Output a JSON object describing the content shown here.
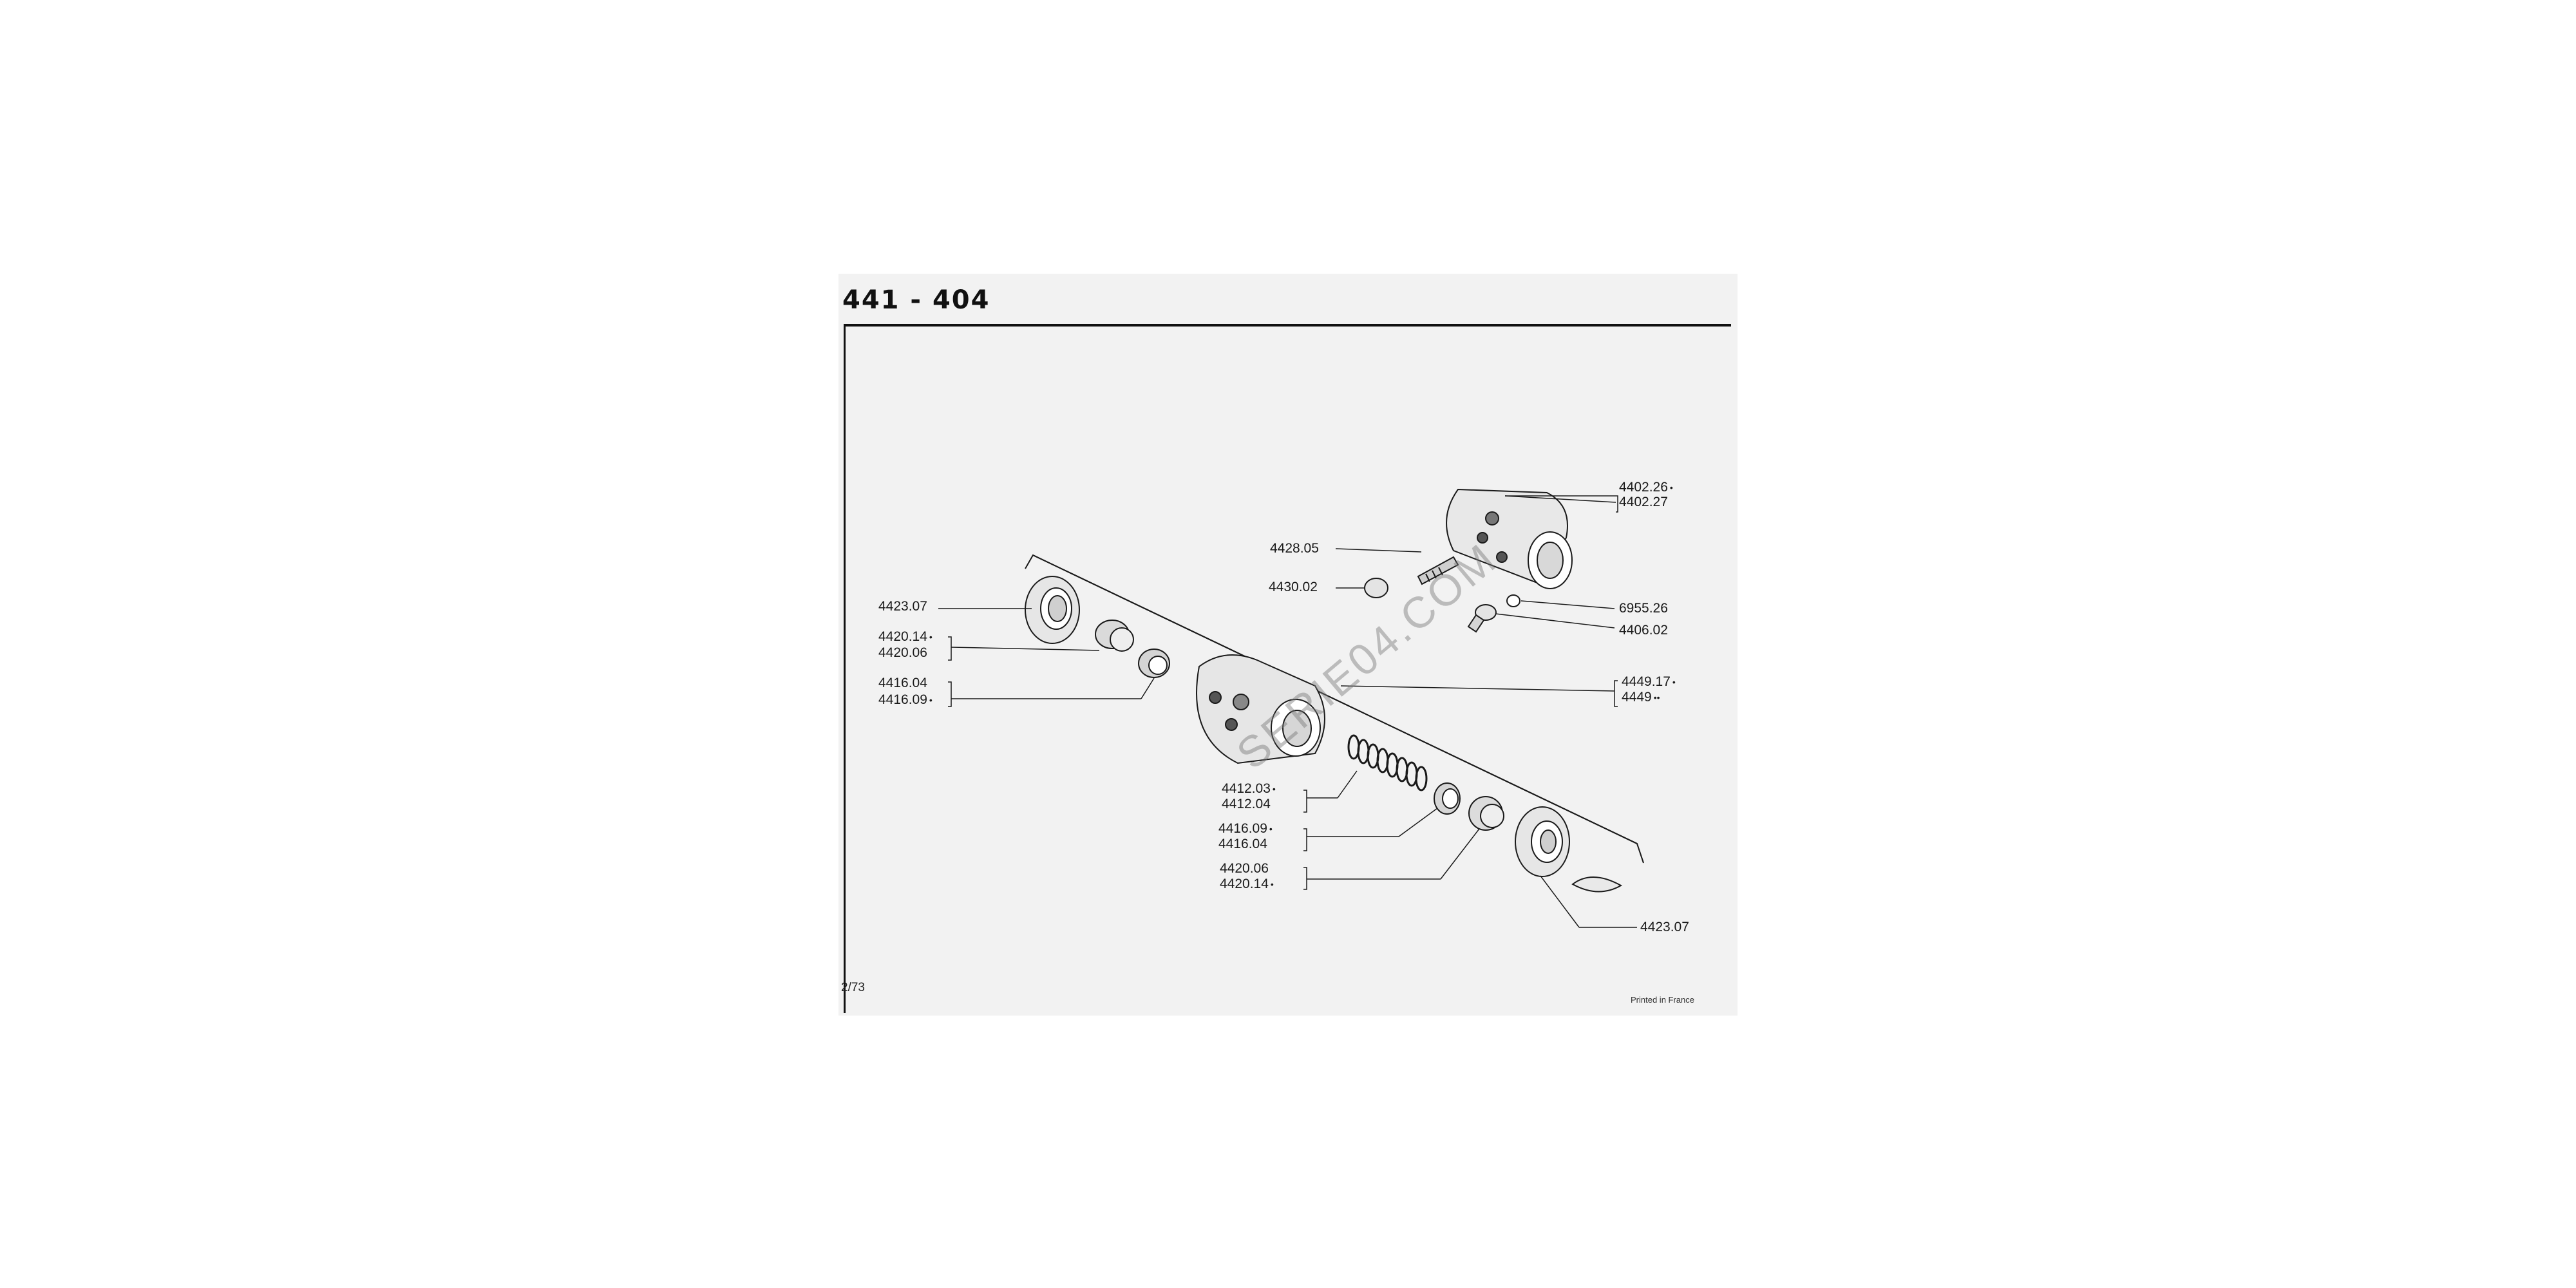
{
  "header": {
    "title": "441 - 404"
  },
  "footer": {
    "page_code": "2/73",
    "printed_note": "Printed in France"
  },
  "watermark": {
    "text": "SERIE04.COM"
  },
  "labels": {
    "l_4402_26": "4402.26",
    "l_4402_27": "4402.27",
    "l_4428_05": "4428.05",
    "l_4430_02": "4430.02",
    "l_6955_26": "6955.26",
    "l_4406_02": "4406.02",
    "l_4423_07_top": "4423.07",
    "l_4420_14_a": "4420.14",
    "l_4420_06_a": "4420.06",
    "l_4416_04_a": "4416.04",
    "l_4416_09_a": "4416.09",
    "l_4449_17": "4449.17",
    "l_4449": "4449",
    "l_4412_03": "4412.03",
    "l_4412_04": "4412.04",
    "l_4416_09_b": "4416.09",
    "l_4416_04_b": "4416.04",
    "l_4420_06_b": "4420.06",
    "l_4420_14_b": "4420.14",
    "l_4423_07_bottom": "4423.07"
  },
  "marks": {
    "single": "•",
    "double": "••"
  }
}
